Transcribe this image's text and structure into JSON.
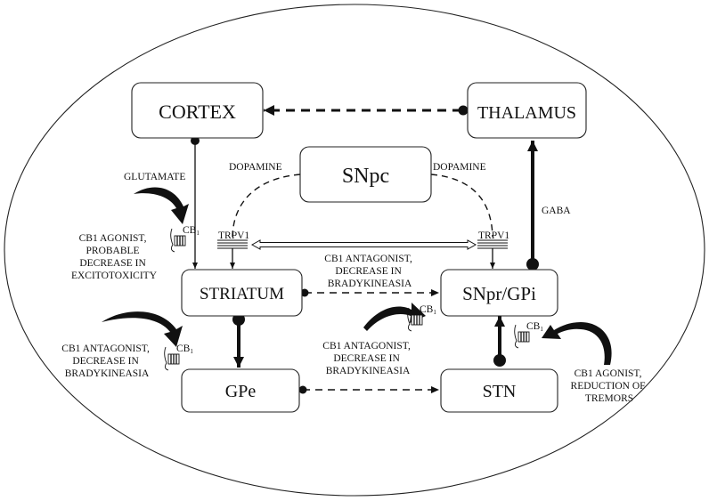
{
  "nodes": {
    "cortex": "CORTEX",
    "thalamus": "THALAMUS",
    "snpc": "SNpc",
    "striatum": "STRIATUM",
    "snpr_gpi": "SNpr/GPi",
    "gpe": "GPe",
    "stn": "STN"
  },
  "labels": {
    "glutamate": "GLUTAMATE",
    "dopamine_left": "DOPAMINE",
    "dopamine_right": "DOPAMINE",
    "gaba": "GABA",
    "trpv1_left": "TRPV1",
    "trpv1_right": "TRPV1",
    "cb1_agonist_excito": [
      "CB1 AGONIST,",
      "PROBABLE",
      "DECREASE IN",
      "EXCITOTOXICITY"
    ],
    "cb1_antagonist_mid": [
      "CB1 ANTAGONIST,",
      "DECREASE IN",
      "BRADYKINEASIA"
    ],
    "cb1_antagonist_left": [
      "CB1 ANTAGONIST,",
      "DECREASE IN",
      "BRADYKINEASIA"
    ],
    "cb1_antagonist_center": [
      "CB1 ANTAGONIST,",
      "DECREASE IN",
      "BRADYKINEASIA"
    ],
    "cb1_agonist_tremor": [
      "CB1 AGONIST,",
      "REDUCTION OF",
      "TREMORS"
    ]
  },
  "receptor_label": "CB",
  "receptor_subscript": "1"
}
